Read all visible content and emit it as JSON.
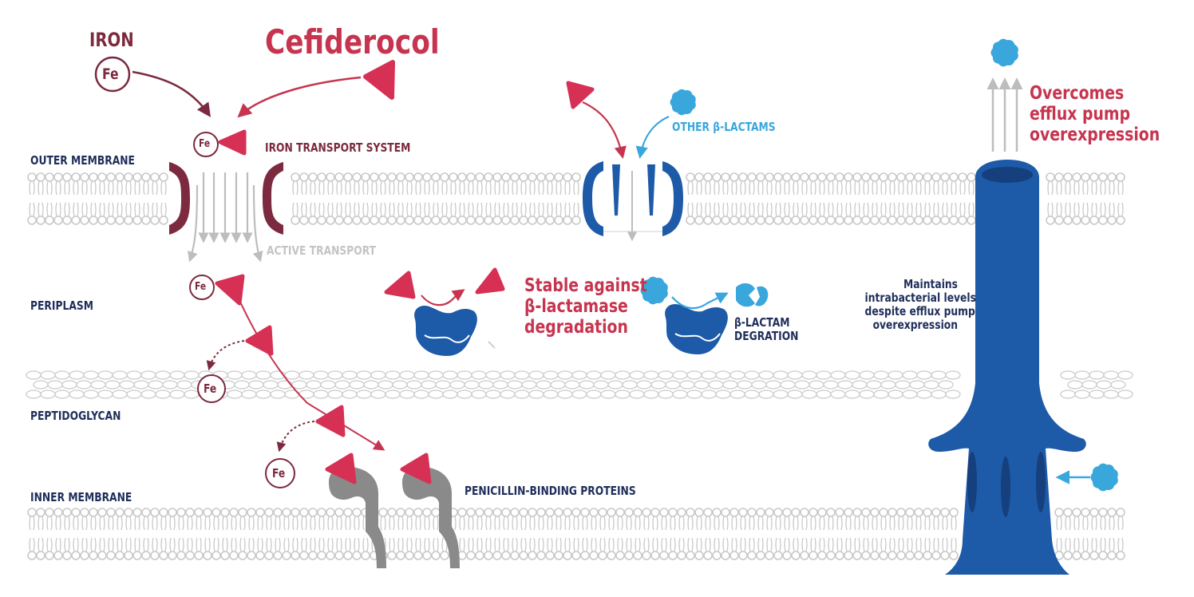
{
  "labels": {
    "outer_membrane": "OUTER MEMBRANE",
    "periplasm": "PERIPLASM",
    "peptidoglycan": "PEPTIDOGLYCAN",
    "inner_membrane": "INNER MEMBRANE",
    "iron": "IRON",
    "cefiderocol": "Cefiderocol",
    "iron_transport_system": "IRON TRANSPORT SYSTEM",
    "active_transport": "ACTIVE TRANSPORT",
    "other_beta_lactams": "OTHER β-LACTAMS",
    "stable_against": "Stable against\nβ-lactamase\ndegradation",
    "beta_lactam_degradation": "β-LACTAM\nDEGRATION",
    "maintains_levels": "Maintains\nintrabacterial levels\ndespite efflux pump\noverexpression",
    "overcomes_efflux": "Overcomes\nefflux pump\noverexpression",
    "penicillin_binding_proteins": "PENICILLIN-BINDING PROTEINS",
    "fe": "Fe"
  },
  "colors": {
    "cefiderocol_red": "#d63155",
    "iron_maroon": "#7b2a3f",
    "porin_blue": "#1d5aa8",
    "other_betalactam_cyan": "#3aa7dc",
    "pbp_gray": "#8a8a8a",
    "membrane_gray": "#c9c9c9",
    "label_navy": "#1f2d5a"
  }
}
